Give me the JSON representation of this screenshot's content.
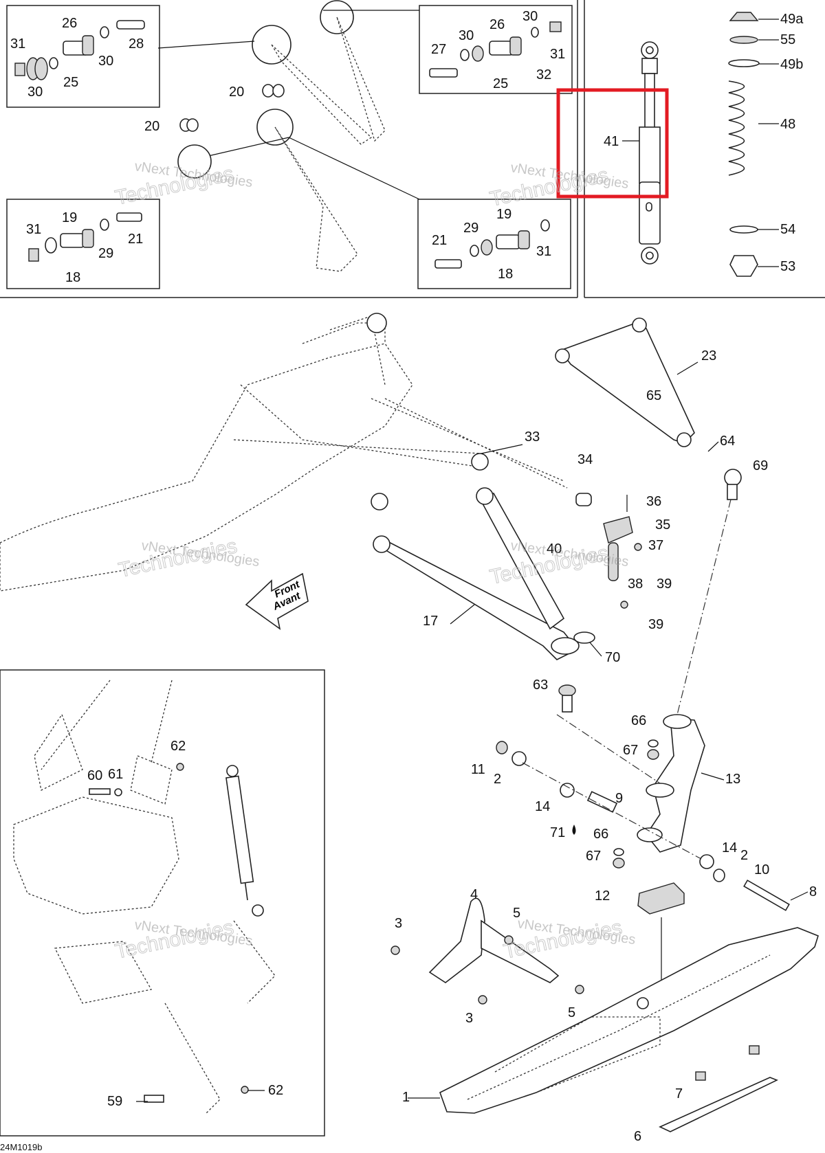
{
  "diagram": {
    "figure_code": "24M1019b",
    "watermark_line1": "vNext Technologies",
    "watermark_line2": "Technologies",
    "watermark_short": "vNext",
    "front_arrow_line1": "Front",
    "front_arrow_line2": "Avant",
    "highlight_color": "#e31b23",
    "highlighted_part": "41",
    "callouts": {
      "c1": "1",
      "c2": "2",
      "c2b": "2",
      "c3": "3",
      "c3b": "3",
      "c4": "4",
      "c5": "5",
      "c5b": "5",
      "c6": "6",
      "c7": "7",
      "c8": "8",
      "c9": "9",
      "c10": "10",
      "c11": "11",
      "c12": "12",
      "c13": "13",
      "c14": "14",
      "c14b": "14",
      "c17": "17",
      "c18a": "18",
      "c18b": "18",
      "c19a": "19",
      "c19b": "19",
      "c20a": "20",
      "c20b": "20",
      "c21a": "21",
      "c21b": "21",
      "c23": "23",
      "c25a": "25",
      "c25b": "25",
      "c26a": "26",
      "c26b": "26",
      "c27": "27",
      "c28": "28",
      "c29a": "29",
      "c29b": "29",
      "c30a": "30",
      "c30b": "30",
      "c30c": "30",
      "c30d": "30",
      "c31a": "31",
      "c31b": "31",
      "c31c": "31",
      "c31d": "31",
      "c32": "32",
      "c33": "33",
      "c34": "34",
      "c35": "35",
      "c36": "36",
      "c37": "37",
      "c38": "38",
      "c39a": "39",
      "c39b": "39",
      "c40": "40",
      "c41": "41",
      "c48": "48",
      "c49a": "49a",
      "c49b": "49b",
      "c53": "53",
      "c54": "54",
      "c55": "55",
      "c59": "59",
      "c60": "60",
      "c61": "61",
      "c62a": "62",
      "c62b": "62",
      "c63": "63",
      "c64": "64",
      "c65": "65",
      "c66a": "66",
      "c66b": "66",
      "c67a": "67",
      "c67b": "67",
      "c69": "69",
      "c70": "70",
      "c71": "71"
    }
  }
}
